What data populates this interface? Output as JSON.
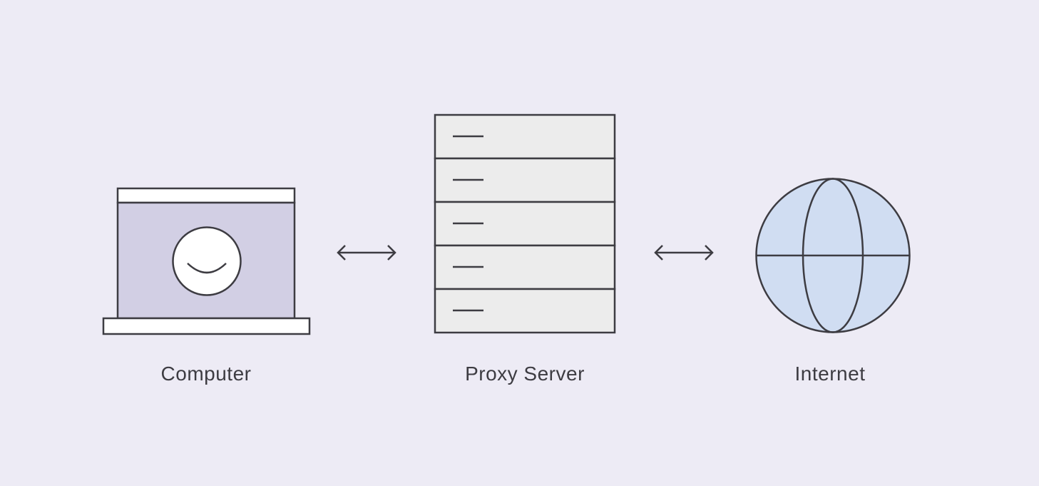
{
  "diagram": {
    "nodes": [
      {
        "id": "computer",
        "label": "Computer",
        "icon": "laptop-icon"
      },
      {
        "id": "proxy",
        "label": "Proxy Server",
        "icon": "server-rack-icon"
      },
      {
        "id": "internet",
        "label": "Internet",
        "icon": "globe-icon"
      }
    ],
    "connections": [
      {
        "from": "computer",
        "to": "proxy",
        "direction": "bidirectional"
      },
      {
        "from": "proxy",
        "to": "internet",
        "direction": "bidirectional"
      }
    ]
  },
  "colors": {
    "background": "#edebf5",
    "stroke": "#3d3c42",
    "laptop_screen": "#d2cfe4",
    "laptop_frame": "#ffffff",
    "server_unit": "#ececec",
    "globe_fill": "#d0ddf2"
  }
}
